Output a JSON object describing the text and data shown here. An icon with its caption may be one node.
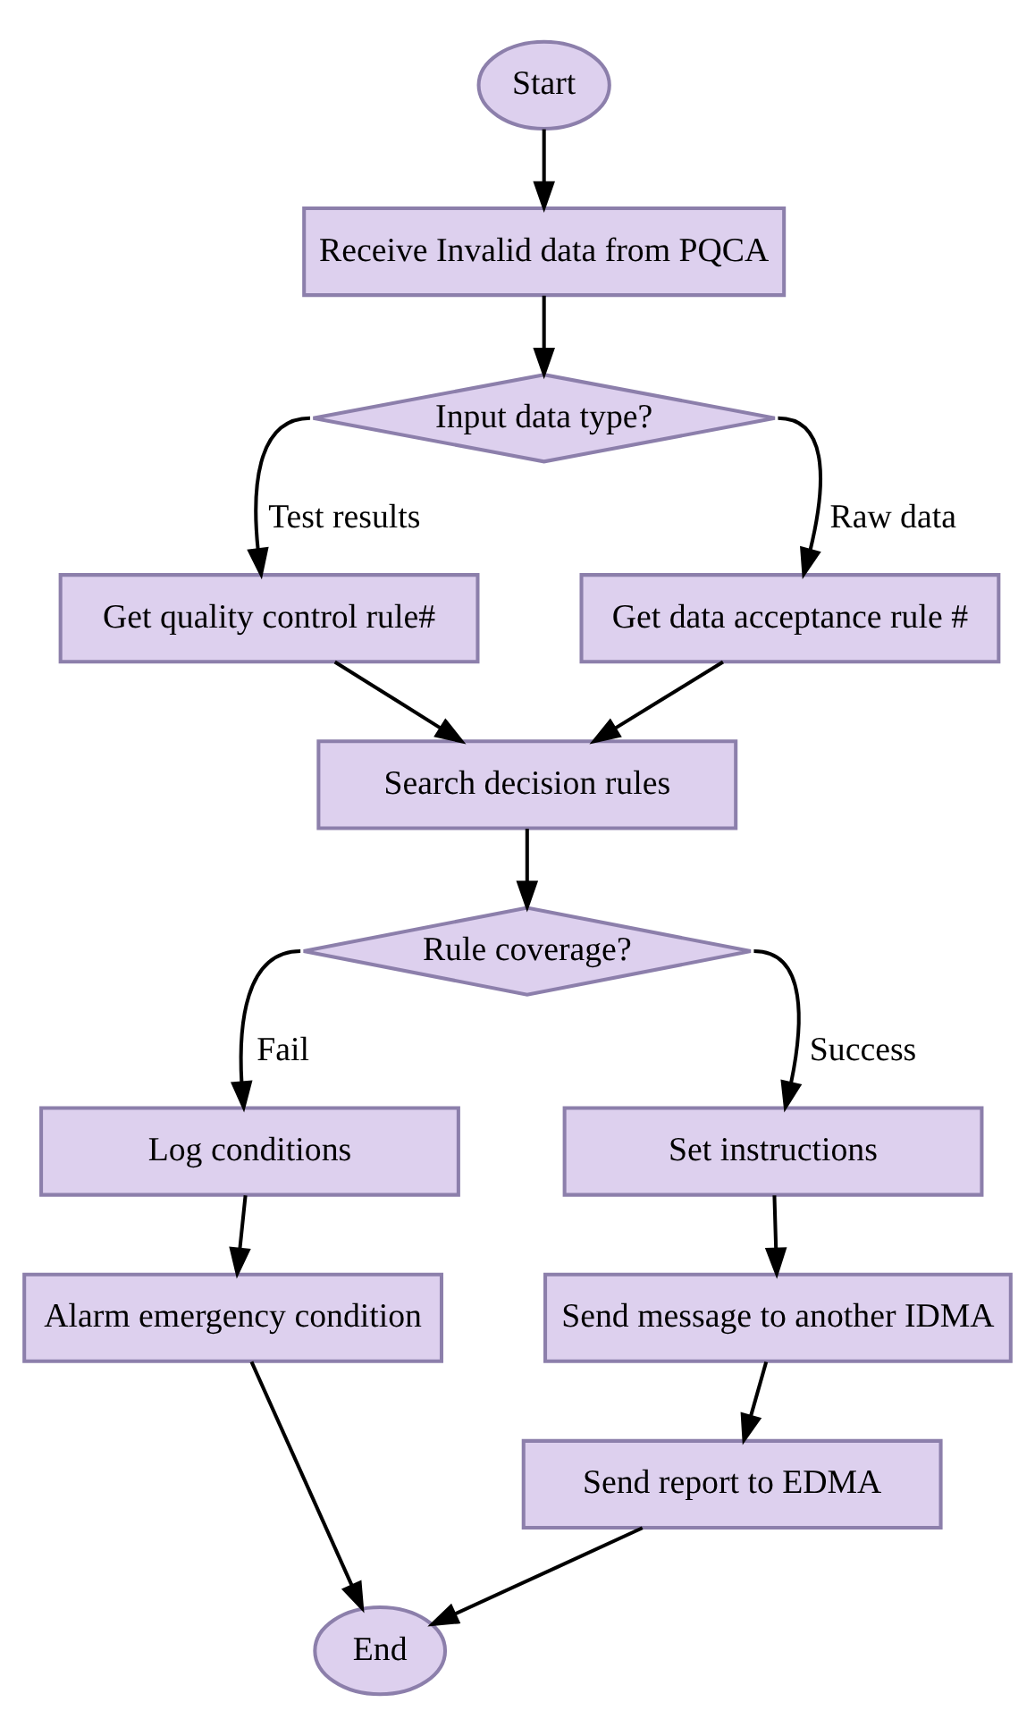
{
  "diagram": {
    "nodes": [
      {
        "text": [
          "Start"
        ]
      },
      {
        "text": [
          "Receive Invalid data from PQCA"
        ]
      },
      {
        "text": [
          "Input data type?"
        ]
      },
      {
        "text": [
          "Get quality control rule#"
        ]
      },
      {
        "text": [
          "Get data acceptance rule #"
        ]
      },
      {
        "text": [
          "Search decision rules"
        ]
      },
      {
        "text": [
          "Rule coverage?"
        ]
      },
      {
        "text": [
          "Log conditions"
        ]
      },
      {
        "text": [
          "Alarm emergency condition"
        ]
      },
      {
        "text": [
          "Set instructions"
        ]
      },
      {
        "text": [
          "Send message to another IDMA"
        ]
      },
      {
        "text": [
          "Send report to EDMA"
        ]
      },
      {
        "text": [
          "End"
        ]
      }
    ],
    "edges": [
      {
        "from": 0,
        "to": 1,
        "arrow": "to"
      },
      {
        "from": 1,
        "to": 2,
        "arrow": "to"
      },
      {
        "from": 2,
        "to": 3,
        "arrow": "to",
        "label": "Test results"
      },
      {
        "from": 2,
        "to": 4,
        "arrow": "to",
        "label": "Raw data"
      },
      {
        "from": 3,
        "to": 5,
        "arrow": "to"
      },
      {
        "from": 4,
        "to": 5,
        "arrow": "to"
      },
      {
        "from": 5,
        "to": 6,
        "arrow": "to"
      },
      {
        "from": 6,
        "to": 7,
        "arrow": "to",
        "label": "Fail"
      },
      {
        "from": 6,
        "to": 9,
        "arrow": "to",
        "label": "Success"
      },
      {
        "from": 7,
        "to": 8,
        "arrow": "to"
      },
      {
        "from": 8,
        "to": 12,
        "arrow": "to"
      },
      {
        "from": 9,
        "to": 10,
        "arrow": "to"
      },
      {
        "from": 10,
        "to": 11,
        "arrow": "to"
      },
      {
        "from": 11,
        "to": 12,
        "arrow": "to"
      }
    ]
  }
}
